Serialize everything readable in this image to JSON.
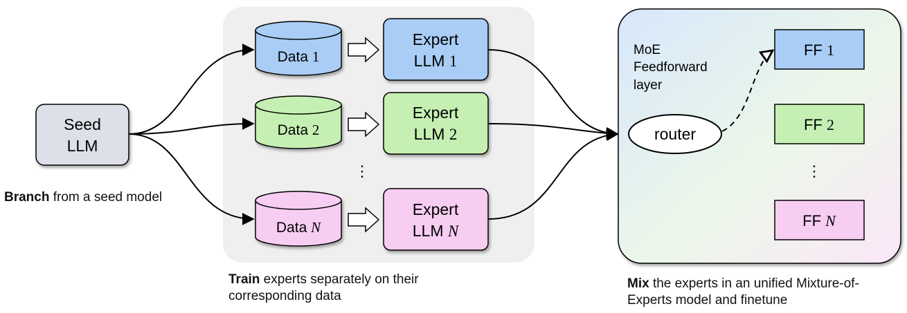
{
  "seed": {
    "line1": "Seed",
    "line2": "LLM"
  },
  "data_items": [
    {
      "word": "Data",
      "idx": "1"
    },
    {
      "word": "Data",
      "idx": "2"
    },
    {
      "word": "Data",
      "idx": "N"
    }
  ],
  "experts": [
    {
      "line1": "Expert",
      "line2_word": "LLM",
      "idx": "1"
    },
    {
      "line1": "Expert",
      "line2_word": "LLM",
      "idx": "2"
    },
    {
      "line1": "Expert",
      "line2_word": "LLM",
      "idx": "N"
    }
  ],
  "ellipsis": "⋮",
  "moe": {
    "label_lines": [
      "MoE",
      "Feedforward",
      "layer"
    ],
    "router": "router",
    "ff": [
      {
        "word": "FF",
        "idx": "1"
      },
      {
        "word": "FF",
        "idx": "2"
      },
      {
        "word": "FF",
        "idx": "N"
      }
    ]
  },
  "captions": {
    "branch": {
      "bold": "Branch",
      "rest": " from a seed model"
    },
    "train": {
      "bold": "Train",
      "rest": " experts separately on their corresponding data"
    },
    "mix": {
      "bold": "Mix",
      "rest": " the experts in an unified Mixture-of-Experts model and finetune"
    }
  },
  "colors": {
    "seed": "#dde0e8",
    "data1": "#a9cdf5",
    "data2": "#c6f0b3",
    "dataN": "#f7cdf2",
    "expert1": "#a9cdf5",
    "expert2": "#c6f0b3",
    "expertN": "#f7cdf2",
    "panel_bg": "#efefef"
  }
}
